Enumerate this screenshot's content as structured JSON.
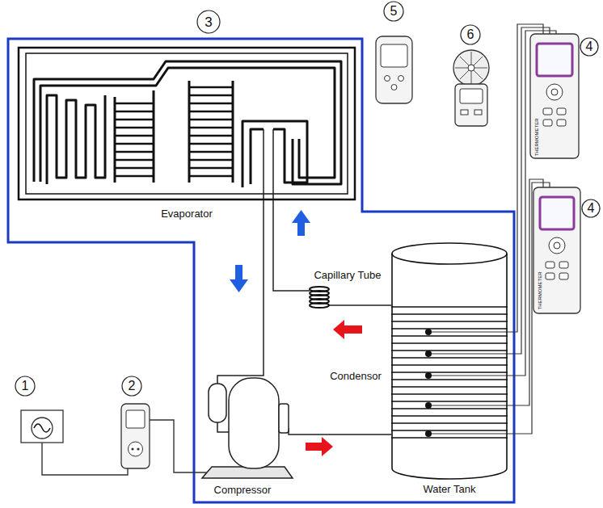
{
  "diagram": {
    "nodes": [
      {
        "text": [
          "Evaporator"
        ]
      },
      {
        "text": [
          "Water Tank"
        ]
      }
    ],
    "labels": [
      "3",
      "5",
      "6",
      "4",
      "4",
      "Capillary Tube",
      "Condensor",
      "1",
      "2",
      "Compressor",
      "THERMOMETER",
      "THERMOMETER"
    ]
  }
}
